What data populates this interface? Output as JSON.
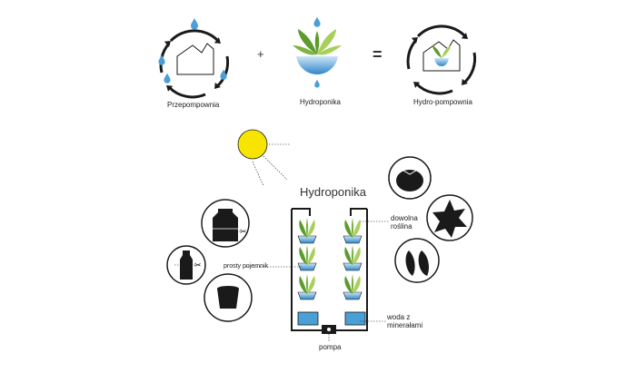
{
  "top_row": {
    "left_label": "Przepompownia",
    "middle_label": "Hydroponika",
    "right_label": "Hydro-pompownia",
    "plus": "+",
    "equals": "="
  },
  "system": {
    "title": "Hydroponika",
    "label_plant": "dowolna\nroślina",
    "label_container": "prosty pojemnik",
    "label_water": "woda z\nminerałami",
    "label_pump": "pompa"
  },
  "colors": {
    "water": "#4a9fd6",
    "leaf_light": "#a8cf5a",
    "leaf_dark": "#5d9b2e",
    "sun": "#f7e500",
    "ink": "#1a1a1a"
  }
}
